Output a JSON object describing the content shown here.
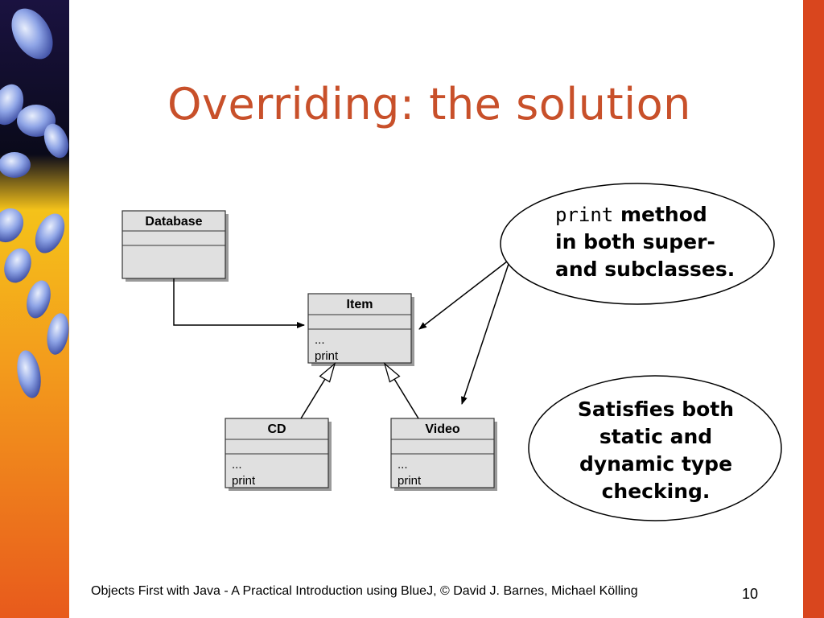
{
  "slide": {
    "title": "Overriding: the solution",
    "footer": "Objects First with Java - A Practical Introduction using BlueJ, © David J. Barnes, Michael Kölling",
    "page_number": "10"
  },
  "diagram": {
    "classes": {
      "database": {
        "name": "Database"
      },
      "item": {
        "name": "Item",
        "members": [
          "...",
          "print"
        ]
      },
      "cd": {
        "name": "CD",
        "members": [
          "...",
          "print"
        ]
      },
      "video": {
        "name": "Video",
        "members": [
          "...",
          "print"
        ]
      }
    }
  },
  "callouts": {
    "top": {
      "code": "print",
      "line1_rest": " method",
      "line2": "in both super-",
      "line3": "and subclasses."
    },
    "bottom": {
      "line1": "Satisfies both",
      "line2": "static and",
      "line3": "dynamic type",
      "line4": "checking."
    }
  },
  "colors": {
    "title": "#c8502a",
    "accent_band": "#d9461e",
    "class_fill": "#e0e0e0"
  }
}
